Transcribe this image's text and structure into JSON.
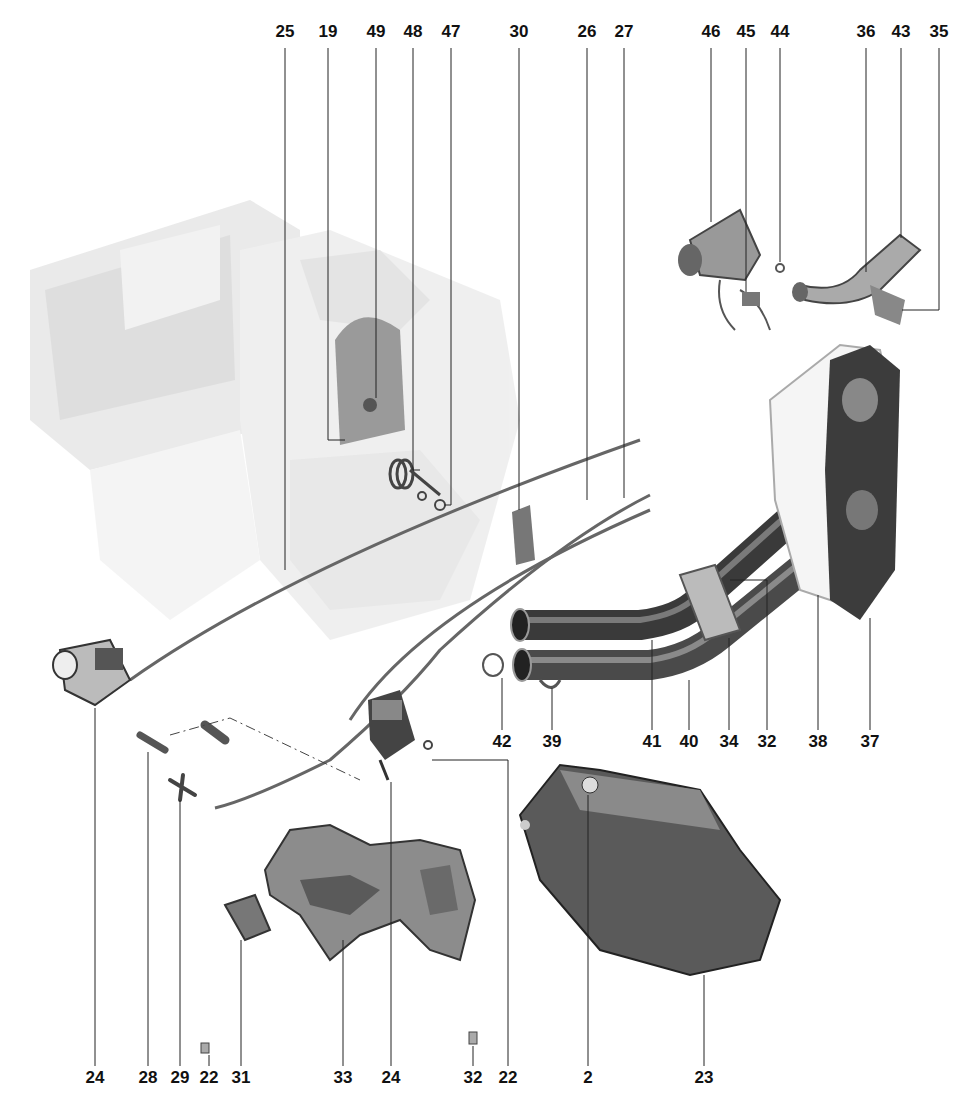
{
  "diagram": {
    "labels": [
      "25",
      "19",
      "49",
      "48",
      "47",
      "30",
      "26",
      "27",
      "46",
      "45",
      "44",
      "36",
      "43",
      "35",
      "42",
      "39",
      "41",
      "40",
      "34",
      "32",
      "38",
      "37",
      "24",
      "28",
      "29",
      "22",
      "31",
      "33",
      "24",
      "32",
      "22",
      "2",
      "23"
    ]
  }
}
